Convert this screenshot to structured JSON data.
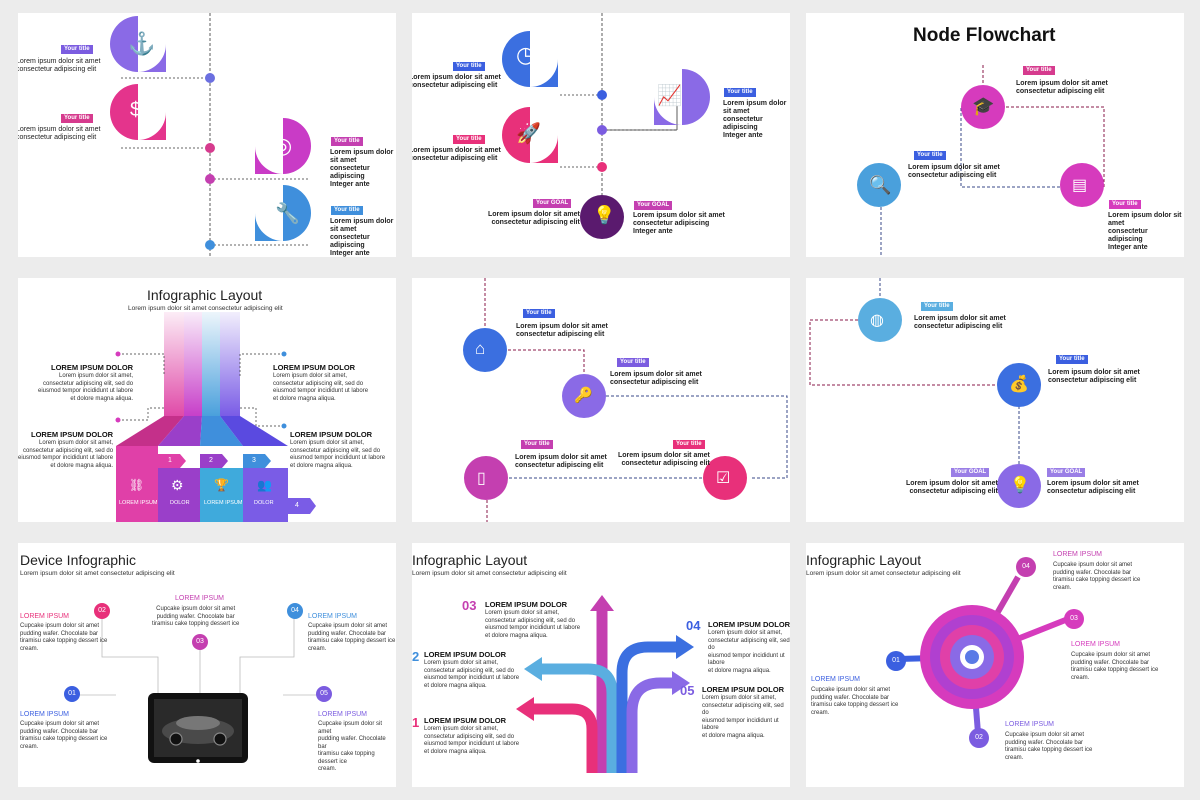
{
  "colors": {
    "purple": "#7b5ce0",
    "magenta": "#d63bbd",
    "pink": "#e8307a",
    "blue": "#3f8fdc",
    "navy": "#3b5fe0",
    "dark_purple": "#5a1a6e",
    "lightblue": "#5aaee0",
    "lavender": "#9a7ee6"
  },
  "common": {
    "your_title": "Your title",
    "your_goal": "Your GOAL",
    "lorem_short": "Lorem ipsum dolor sit amet",
    "lorem_line2": "consectetur adipiscing elit",
    "lorem_line3": "Integer ante",
    "lorem_line2b": "consectetur adipiscing",
    "sub": "Lorem ipsum dolor sit amet consectetur adipiscing elit",
    "lorem_head": "LOREM IPSUM DOLOR",
    "lorem_para1": "Lorem ipsum dolor sit amet,",
    "lorem_para2": "consectetur adipiscing elit, sed do",
    "lorem_para3": "eiusmod tempor incididunt ut labore",
    "lorem_para4": "et dolore magna aliqua.",
    "cup1": "Cupcake ipsum dolor sit amet",
    "cup2": "pudding wafer. Chocolate bar",
    "cup3": "tiramisu cake topping dessert ice",
    "cup4": "cream.",
    "lorem_ipsum": "LOREM IPSUM"
  },
  "slide3": {
    "title": "Node Flowchart"
  },
  "slide4": {
    "title": "Infographic Layout",
    "steps": [
      "1",
      "2",
      "3",
      "4"
    ],
    "labels": [
      "LOREM IPSUM",
      "DOLOR",
      "LOREM IPSUM",
      "DOLOR"
    ]
  },
  "slide7": {
    "title": "Device Infographic",
    "nums": [
      "01",
      "02",
      "03",
      "04",
      "05"
    ]
  },
  "slide8": {
    "title": "Infographic Layout",
    "nums": [
      "01",
      "02",
      "03",
      "04",
      "05"
    ],
    "n1": "1",
    "n2": "2",
    "n3": "03",
    "n4": "04",
    "n5": "05"
  },
  "slide9": {
    "title": "Infographic Layout",
    "nums": [
      "01",
      "02",
      "03",
      "04"
    ]
  }
}
